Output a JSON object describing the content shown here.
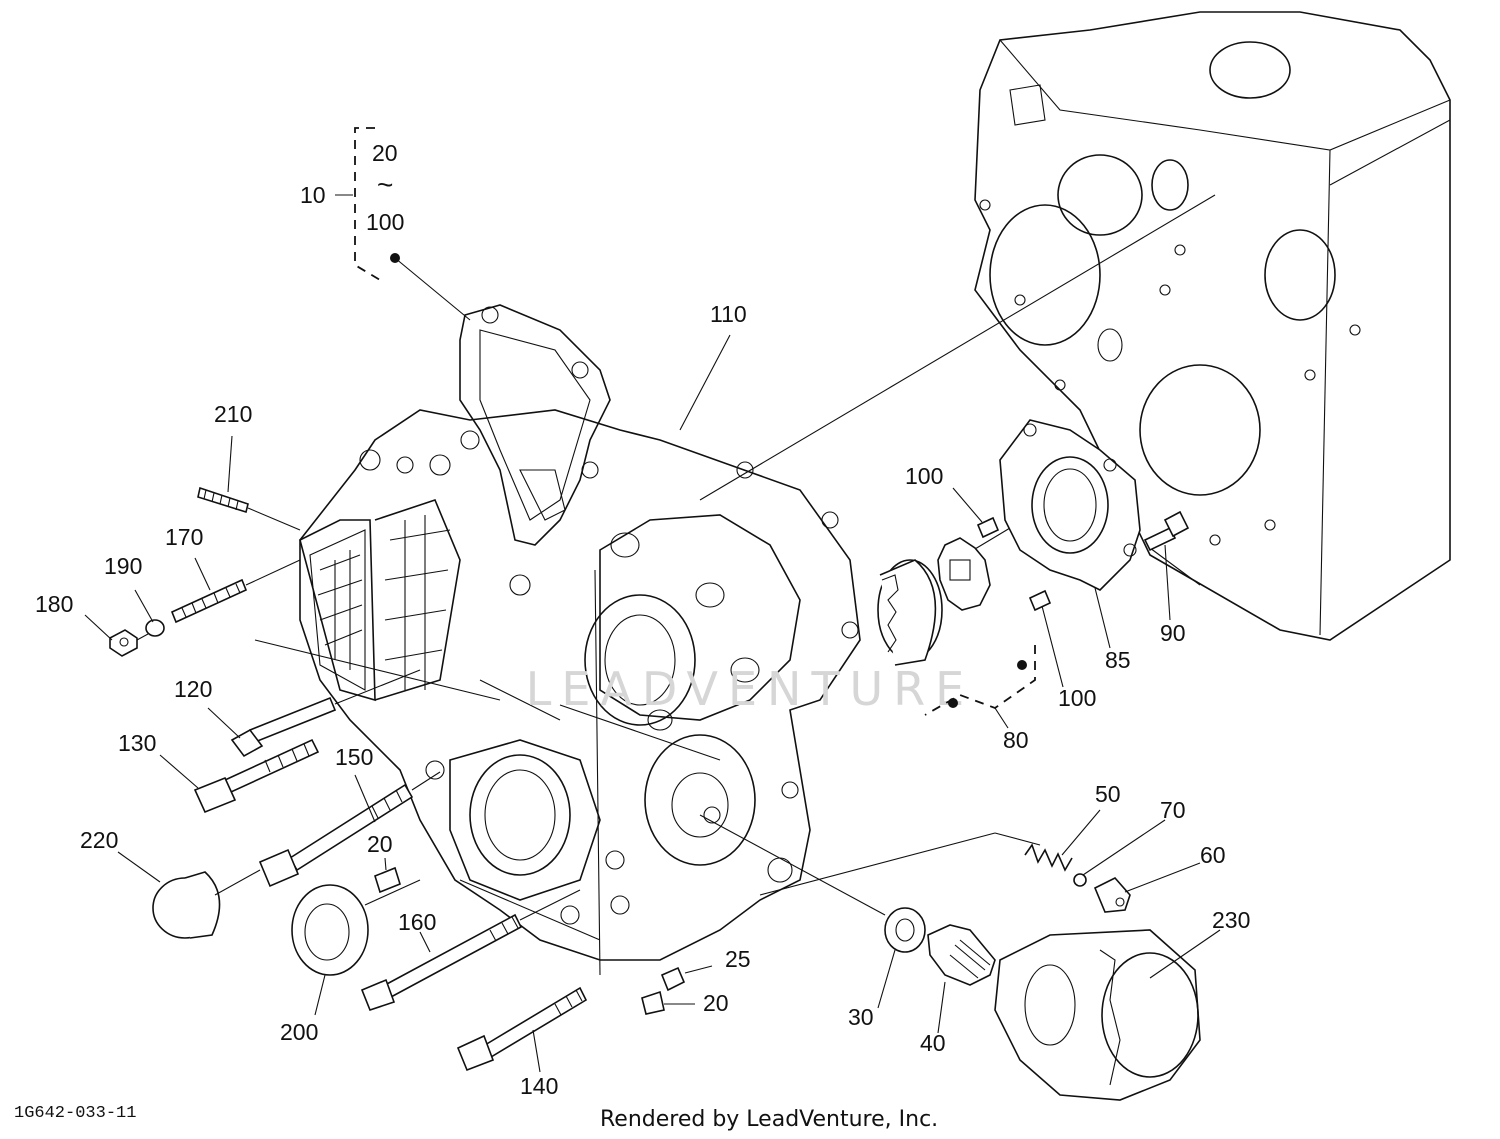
{
  "diagram": {
    "drawing_code": "1G642-033-11",
    "credit": "Rendered by LeadVenture, Inc.",
    "watermark": "LEADVENTURE",
    "group_label": {
      "assembly": "10",
      "range_start": "20",
      "range_symbol": "~",
      "range_end": "100"
    },
    "callouts": [
      {
        "label": "110"
      },
      {
        "label": "210"
      },
      {
        "label": "170"
      },
      {
        "label": "190"
      },
      {
        "label": "180"
      },
      {
        "label": "120"
      },
      {
        "label": "130"
      },
      {
        "label": "150"
      },
      {
        "label": "220"
      },
      {
        "label": "20"
      },
      {
        "label": "200"
      },
      {
        "label": "160"
      },
      {
        "label": "25"
      },
      {
        "label": "20"
      },
      {
        "label": "140"
      },
      {
        "label": "100"
      },
      {
        "label": "100"
      },
      {
        "label": "85"
      },
      {
        "label": "90"
      },
      {
        "label": "80"
      },
      {
        "label": "50"
      },
      {
        "label": "70"
      },
      {
        "label": "60"
      },
      {
        "label": "230"
      },
      {
        "label": "30"
      },
      {
        "label": "40"
      }
    ]
  }
}
